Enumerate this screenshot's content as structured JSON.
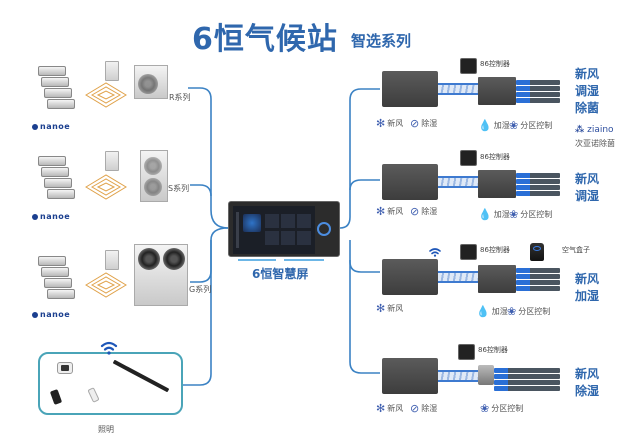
{
  "title": {
    "main": "6恒气候站",
    "sub": "智选系列"
  },
  "left_systems": [
    {
      "series": "R系列",
      "brand": "nanoe",
      "outdoor_type": "single-fan"
    },
    {
      "series": "S系列",
      "brand": "nanoe",
      "outdoor_type": "tall-single-fan"
    },
    {
      "series": "G系列",
      "brand": "nanoe",
      "outdoor_type": "dual-fan"
    }
  ],
  "lighting": {
    "label": "照明",
    "icons": [
      "wifi-icon",
      "downlight-icon",
      "linear-light-icon",
      "spotlight-black-icon",
      "spotlight-white-icon"
    ]
  },
  "center": {
    "label": "6恒智慧屏"
  },
  "right_systems": [
    {
      "controller_label": "86控制器",
      "features_left": [
        {
          "icon": "fan-icon",
          "label": "新风"
        },
        {
          "icon": "dehumidify-icon",
          "label": "除湿"
        }
      ],
      "features_right": [
        {
          "icon": "humidify-icon",
          "label": "加湿"
        },
        {
          "icon": "zone-control-icon",
          "label": "分区控制"
        }
      ],
      "captions": [
        "新风",
        "调湿",
        "除菌"
      ],
      "extra": {
        "brand": "ziaino",
        "text": "次亚诺除菌"
      }
    },
    {
      "controller_label": "86控制器",
      "features_left": [
        {
          "icon": "fan-icon",
          "label": "新风"
        },
        {
          "icon": "dehumidify-icon",
          "label": "除湿"
        }
      ],
      "features_right": [
        {
          "icon": "humidify-icon",
          "label": "加湿"
        },
        {
          "icon": "zone-control-icon",
          "label": "分区控制"
        }
      ],
      "captions": [
        "新风",
        "调湿"
      ]
    },
    {
      "controller_label": "86控制器",
      "air_box_label": "空气盒子",
      "features_left": [
        {
          "icon": "fan-icon",
          "label": "新风"
        }
      ],
      "features_right": [
        {
          "icon": "humidify-icon",
          "label": "加湿"
        },
        {
          "icon": "zone-control-icon",
          "label": "分区控制"
        }
      ],
      "captions": [
        "新风",
        "加湿"
      ]
    },
    {
      "controller_label": "86控制器",
      "features_left": [
        {
          "icon": "fan-icon",
          "label": "新风"
        },
        {
          "icon": "dehumidify-icon",
          "label": "除湿"
        }
      ],
      "features_right": [
        {
          "icon": "zone-control-icon",
          "label": "分区控制"
        }
      ],
      "captions": [
        "新风",
        "除湿"
      ]
    }
  ],
  "colors": {
    "title": "#2f67ad",
    "connector": "#3b82c4",
    "connector_accent": "#5ec2a8",
    "feature_icon": "#3f5fb0"
  }
}
